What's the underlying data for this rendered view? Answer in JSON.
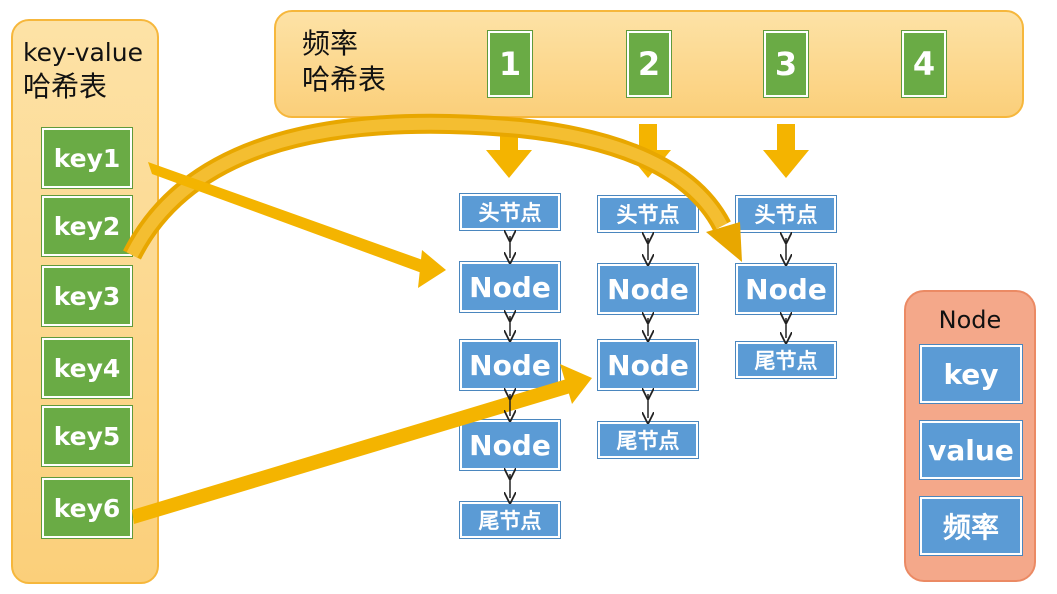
{
  "kv_table": {
    "title_line1": "key-value",
    "title_line2": "哈希表",
    "keys": [
      "key1",
      "key2",
      "key3",
      "key4",
      "key5",
      "key6"
    ]
  },
  "freq_table": {
    "title_line1": "频率",
    "title_line2": "哈希表",
    "buckets": [
      "1",
      "2",
      "3",
      "4"
    ]
  },
  "lists": {
    "head_label": "头节点",
    "tail_label": "尾节点",
    "node_label": "Node",
    "node_counts": [
      3,
      2,
      1
    ]
  },
  "node_legend": {
    "title": "Node",
    "fields": [
      "key",
      "value",
      "频率"
    ]
  },
  "colors": {
    "panel_orange": "#fbcf7a",
    "key_green": "#6aab45",
    "node_blue": "#5b9bd5",
    "legend_salmon": "#f4a88a",
    "arrow_gold": "#f4b400"
  }
}
